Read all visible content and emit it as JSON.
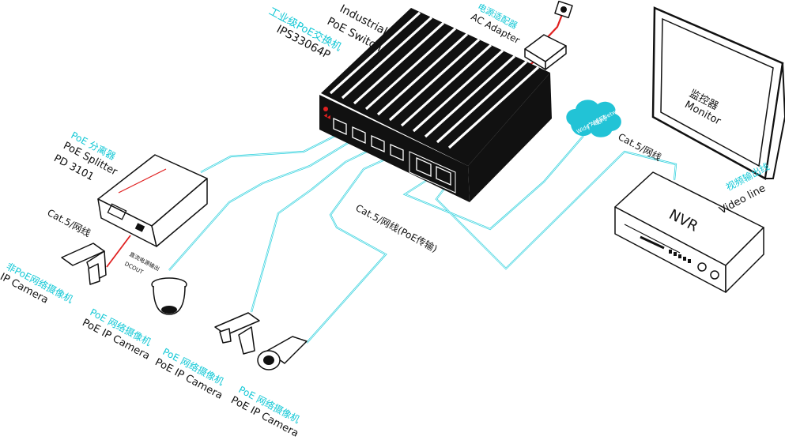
{
  "switch": {
    "name_en": "Industrial",
    "name_en2": "PoE Switch",
    "name_cn": "工业级PoE交换机",
    "model": "IPS33064P"
  },
  "adapter": {
    "cn": "电源适配器",
    "en": "AC Adapter"
  },
  "wan": {
    "cn": "广域网",
    "en": "Wide Area Network"
  },
  "monitor": {
    "cn": "监控器",
    "en": "Monitor"
  },
  "video_line": {
    "cn": "视频输出线",
    "en": "Video line"
  },
  "nvr": {
    "label": "NVR"
  },
  "cat5_right": "Cat.5/网线",
  "cat5_left": "Cat.5/网线",
  "cat5_poe": "Cat.5/网线(PoE传输)",
  "splitter": {
    "cn": "PoE 分离器",
    "en": "PoE Splitter",
    "model": "PD 3101"
  },
  "dc_out": {
    "cn": "直流电源输出",
    "en": "DCOUT"
  },
  "cameras": [
    {
      "cn": "非PoE网络摄像机",
      "en": "IP Camera"
    },
    {
      "cn": "PoE 网络摄像机",
      "en": "PoE IP Camera"
    },
    {
      "cn": "PoE 网络摄像机",
      "en": "PoE IP Camera"
    },
    {
      "cn": "PoE 网络摄像机",
      "en": "PoE IP Camera"
    }
  ],
  "colors": {
    "cable": "#27cfdc",
    "chinese_text": "#13c8d6",
    "power_cable": "#e02020",
    "outline": "#111111"
  }
}
